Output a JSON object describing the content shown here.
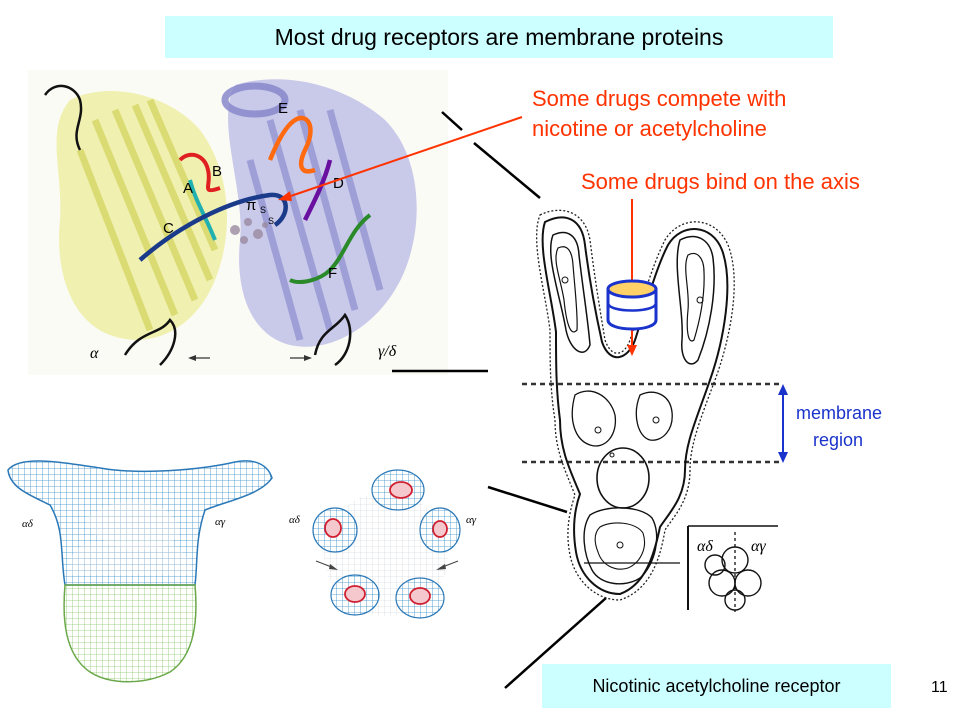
{
  "slide": {
    "title": "Most drug receptors are membrane proteins",
    "annotation_compete_line1": "Some drugs compete with",
    "annotation_compete_line2": "nicotine or acetylcholine",
    "annotation_axis": "Some drugs bind on the axis",
    "membrane_label_line1": "membrane",
    "membrane_label_line2": "region",
    "caption": "Nicotinic acetylcholine receptor",
    "page_number": "11"
  },
  "ribbon_diagram": {
    "loop_labels": [
      "A",
      "B",
      "C",
      "E",
      "D",
      "F"
    ],
    "pi_label": "π",
    "disulfide_label": "S",
    "alpha_label": "α",
    "gamma_delta_label": "γ/δ"
  },
  "side_view_labels": {
    "left": "αδ",
    "right": "αγ"
  },
  "top_view_labels": {
    "left": "αδ",
    "right": "αγ"
  },
  "inset_labels": {
    "left": "αδ",
    "right": "αγ"
  },
  "colors": {
    "title_bg": "#ccffff",
    "annotation": "#ff3300",
    "membrane_arrow": "#1a33cc"
  }
}
